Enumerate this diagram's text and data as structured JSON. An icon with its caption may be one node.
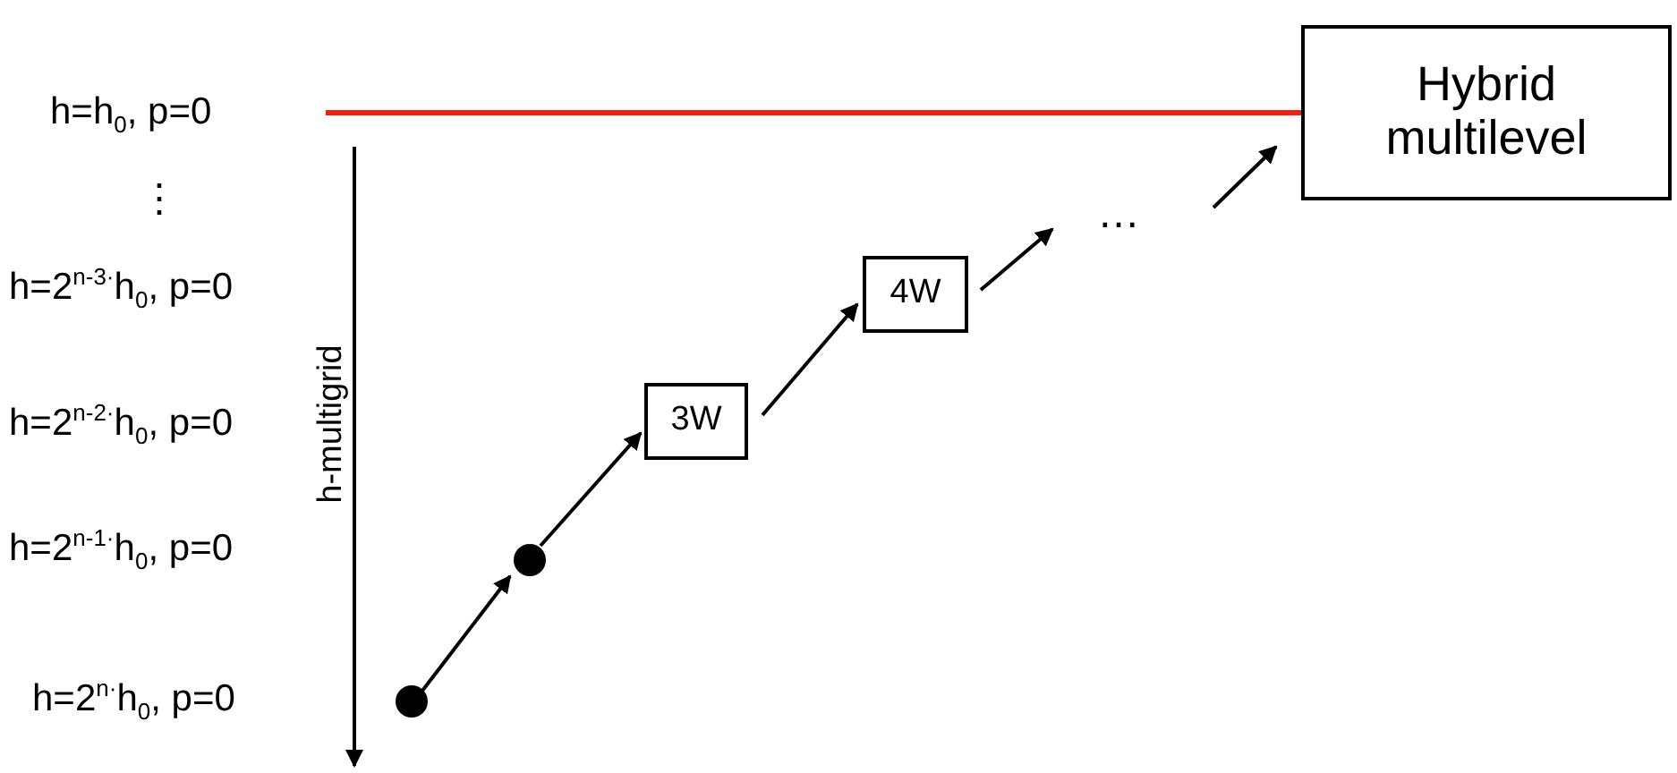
{
  "diagram": {
    "nodes": [
      {
        "text": [
          "h=h$_{0}$, p=0"
        ]
      },
      {
        "text": [
          "Hybrid multilevel"
        ]
      },
      {
        "text": [],
        "shape": "circle"
      },
      {
        "text": [],
        "shape": "circle"
      },
      {
        "text": [
          "3W"
        ]
      },
      {
        "text": [
          "4W"
        ]
      },
      {
        "text": [
          "…"
        ]
      }
    ],
    "edges": [
      {
        "from": 0,
        "to": 1,
        "arrow": "none",
        "color": "#ee2211"
      },
      {
        "from": 2,
        "to": 3,
        "arrow": "to"
      },
      {
        "from": 3,
        "to": 4,
        "arrow": "to"
      },
      {
        "from": 4,
        "to": 5,
        "arrow": "to"
      },
      {
        "from": 5,
        "to": 6,
        "arrow": "to"
      },
      {
        "from": 6,
        "to": 1,
        "arrow": "to"
      }
    ],
    "labels": [
      "⋮",
      "h=2$^{n-3·}$h$_{0}$, p=0",
      "h=2$^{n-2·}$h$_{0}$, p=0",
      "h=2$^{n-1·}$h$_{0}$, p=0",
      "h=2$^{n·}$h$_{0}$, p=0",
      "h-multigrid"
    ]
  }
}
